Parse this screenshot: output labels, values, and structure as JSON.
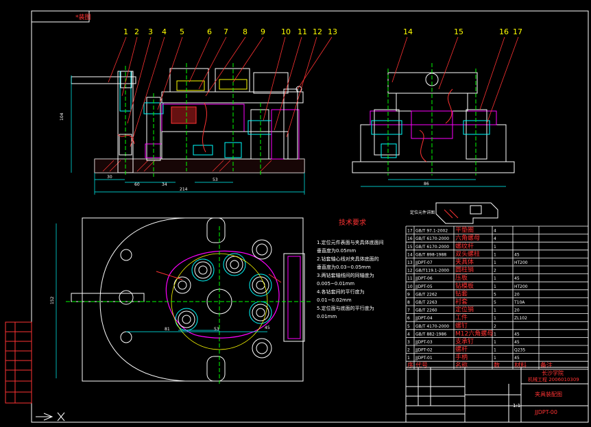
{
  "title_tag": "*装图",
  "part_numbers_front": [
    "1",
    "2",
    "3",
    "4",
    "5",
    "6",
    "7",
    "8",
    "9",
    "10",
    "11",
    "12",
    "13"
  ],
  "part_numbers_side": [
    "14",
    "15",
    "16",
    "17"
  ],
  "dimensions": {
    "height": "104",
    "d30": "30",
    "d60": "60",
    "d34": "34",
    "d53": "53",
    "overall": "214",
    "side_width": "86",
    "plan_width": "152",
    "plan_81": "81",
    "plan_53": "53",
    "plan_45": "45"
  },
  "tech_req": {
    "title": "技术要求",
    "lines": [
      "1.定位元件表面与夹具体底面间",
      "  垂直度为0.05mm",
      "2.钻套轴心线对夹具体底面的",
      "  垂直度为0.03~0.05mm",
      "3.两钻套轴线间的同轴度为",
      "  0.005~0.01mm",
      "4.各钻套间的平行度为",
      "  0.01~0.02mm",
      "5.定位面与底面的平行度为",
      "  0.01mm"
    ]
  },
  "bom": [
    {
      "no": "17",
      "code": "GB/T 97.1-2002",
      "name": "平垫圈",
      "qty": "4",
      "mat": "",
      "note": ""
    },
    {
      "no": "16",
      "code": "GB/T 6170-2000",
      "name": "六角螺母",
      "qty": "4",
      "mat": "",
      "note": ""
    },
    {
      "no": "15",
      "code": "GB/T 6170-2000",
      "name": "螺纹杆",
      "qty": "1",
      "mat": "",
      "note": ""
    },
    {
      "no": "14",
      "code": "GB/T 898-1988",
      "name": "双头螺柱",
      "qty": "1",
      "mat": "45",
      "note": ""
    },
    {
      "no": "13",
      "code": "JJDPT-07",
      "name": "夹具体",
      "qty": "1",
      "mat": "HT200",
      "note": ""
    },
    {
      "no": "12",
      "code": "GB/T119.1-2000",
      "name": "圆柱销",
      "qty": "2",
      "mat": "",
      "note": ""
    },
    {
      "no": "11",
      "code": "JJDPT-06",
      "name": "压板",
      "qty": "1",
      "mat": "45",
      "note": ""
    },
    {
      "no": "10",
      "code": "JJDPT-05",
      "name": "钻模板",
      "qty": "1",
      "mat": "HT200",
      "note": ""
    },
    {
      "no": "9",
      "code": "GB/T 2262",
      "name": "钻套",
      "qty": "5",
      "mat": "20",
      "note": ""
    },
    {
      "no": "8",
      "code": "GB/T 2263",
      "name": "衬套",
      "qty": "5",
      "mat": "T10A",
      "note": ""
    },
    {
      "no": "7",
      "code": "GB/T 2260",
      "name": "定位销",
      "qty": "1",
      "mat": "20",
      "note": ""
    },
    {
      "no": "6",
      "code": "JJDPT-04",
      "name": "工件",
      "qty": "1",
      "mat": "ZL102",
      "note": ""
    },
    {
      "no": "5",
      "code": "GB/T 4170-2000",
      "name": "螺钉",
      "qty": "2",
      "mat": "",
      "note": ""
    },
    {
      "no": "4",
      "code": "GB/T 882-1986",
      "name": "M12六角螺母",
      "qty": "1",
      "mat": "45",
      "note": ""
    },
    {
      "no": "3",
      "code": "JJDPT-03",
      "name": "支承钉",
      "qty": "1",
      "mat": "45",
      "note": ""
    },
    {
      "no": "2",
      "code": "JJDPT-02",
      "name": "螺杆",
      "qty": "1",
      "mat": "Q235",
      "note": ""
    },
    {
      "no": "1",
      "code": "JJDPT-01",
      "name": "手柄",
      "qty": "1",
      "mat": "45",
      "note": ""
    }
  ],
  "bom_header": {
    "no": "序",
    "code": "代号",
    "name": "名称",
    "qty": "数",
    "mat": "材料",
    "note": "备注"
  },
  "title_block": {
    "school": "长沙学院",
    "student": "机械工程 2006010309",
    "drawing_name": "夹具装配图",
    "drawing_no": "JJDPT-00",
    "scale": "1:1"
  },
  "small_label": "定位元件详图",
  "colors": {
    "yellow": "#ffff00",
    "cyan": "#00ffff",
    "magenta": "#ff00ff",
    "red": "#ff0000",
    "white": "#ffffff",
    "green": "#00ff00"
  }
}
